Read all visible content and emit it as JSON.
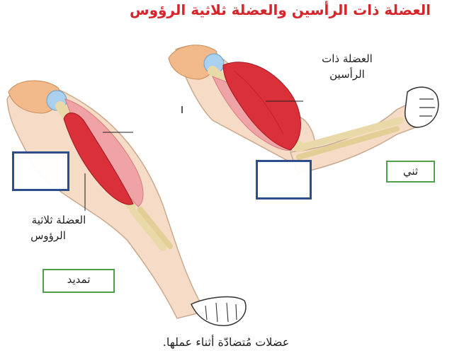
{
  "title": "العضلة ذات الرأسين والعضلة ثلاثية الرؤوس",
  "labels": {
    "biceps_line1": "العضلة ذات",
    "biceps_line2": "الرأسين",
    "triceps_line1": "العضلة ثلاثية",
    "triceps_line2": "الرؤوس"
  },
  "states": {
    "flexion": "ثني",
    "extension": "تمديد"
  },
  "caption": "عضلات مُتضادّة أثناء عملها.",
  "colors": {
    "title": "#d7262b",
    "answer_box_border": "#2e4d8a",
    "state_box_border": "#4fa04a",
    "muscle_dark": "#d9303a",
    "muscle_light": "#f0a3a6",
    "skin": "#f6dcc6",
    "bone": "#e9d9a8",
    "shoulder_bone": "#f2b98a",
    "joint": "#a9d0ef"
  }
}
